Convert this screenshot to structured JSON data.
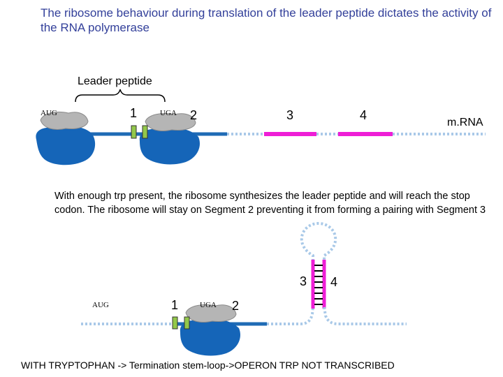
{
  "title": "The ribosome behaviour during translation of the leader peptide dictates the activity of the RNA polymerase",
  "top_panel": {
    "leader_label": "Leader peptide",
    "aug": "AUG",
    "uga": "UGA",
    "seg1": "1",
    "seg2": "2",
    "seg3": "3",
    "seg4": "4",
    "mrna": "m.RNA"
  },
  "explanation": "With enough trp present, the ribosome synthesizes the leader peptide and will reach the stop codon. The ribosome will stay on Segment 2 preventing it from forming a pairing with Segment 3",
  "bottom_panel": {
    "aug": "AUG",
    "uga": "UGA",
    "seg1": "1",
    "seg2": "2",
    "seg3": "3",
    "seg4": "4"
  },
  "footer": "WITH TRYPTOPHAN -> Termination stem-loop->OPERON TRP NOT TRANSCRIBED",
  "colors": {
    "title": "#33409a",
    "mrna_solid": "#1f6bb5",
    "mrna_dotted": "#a9c9e8",
    "segment": "#ee1ed6",
    "ribosome_large": "#1565b8",
    "ribosome_small": "#b5b5b5",
    "codon": "#93c84a"
  }
}
